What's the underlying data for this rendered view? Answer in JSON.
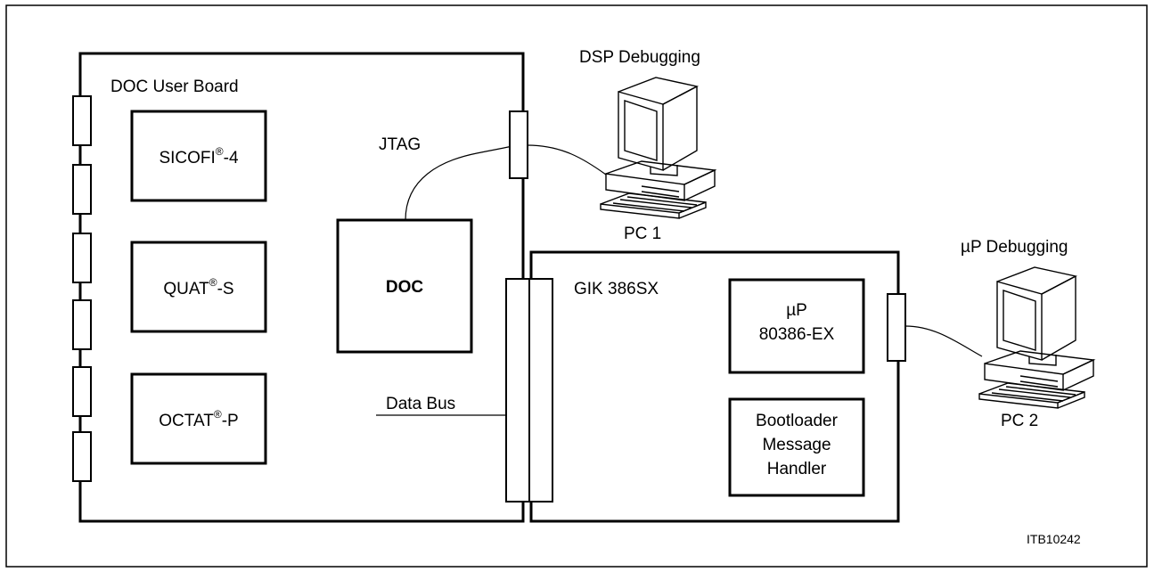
{
  "diagram": {
    "doc_board": {
      "label": "DOC User Board"
    },
    "sicofi": {
      "name": "SICOFI",
      "reg": "®",
      "suffix": "-4"
    },
    "quat": {
      "name": "QUAT",
      "reg": "®",
      "suffix": "-S"
    },
    "octat": {
      "name": "OCTAT",
      "reg": "®",
      "suffix": "-P"
    },
    "doc_chip": {
      "label": "DOC"
    },
    "jtag": {
      "label": "JTAG"
    },
    "data_bus": {
      "label": "Data Bus"
    },
    "gik": {
      "label": "GIK 386SX"
    },
    "microprocessor": {
      "line1": "µP",
      "line2": "80386-EX"
    },
    "bootloader": {
      "line1": "Bootloader",
      "line2": "Message",
      "line3": "Handler"
    },
    "pc1": {
      "title": "DSP Debugging",
      "label": "PC 1"
    },
    "pc2": {
      "title": "µP Debugging",
      "label": "PC 2"
    },
    "figure_id": "ITB10242"
  }
}
